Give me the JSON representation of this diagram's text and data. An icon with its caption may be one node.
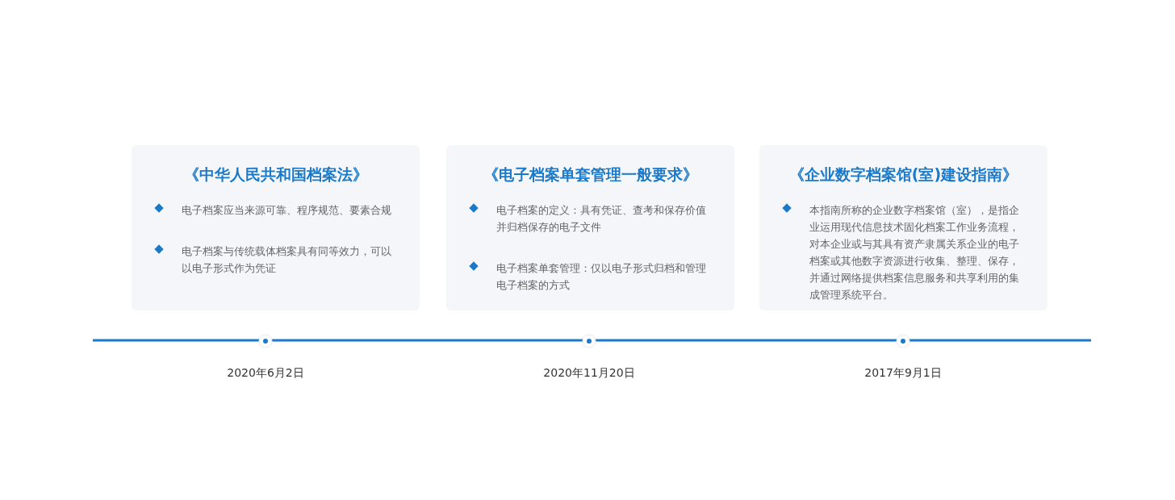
{
  "diagram": {
    "nodes": [
      {
        "text": [
          "《中华人民共和国档案法》",
          "电子档案应当来源可靠、程序规范、要素合规",
          "电子档案与传统载体档案具有同等效力，可以以电子形式作为凭证"
        ]
      },
      {
        "text": [
          "《电子档案单套管理一般要求》",
          "电子档案的定义：具有凭证、查考和保存价值并归档保存的电子文件",
          "电子档案单套管理：仅以电子形式归档和管理电子档案的方式"
        ]
      },
      {
        "text": [
          "《企业数字档案馆(室)建设指南》",
          "本指南所称的企业数字档案馆（室），是指企业运用现代信息技术固化档案工作业务流程，对本企业或与其具有资产隶属关系企业的电子档案或其他数字资源进行收集、整理、保存，并通过网络提供档案信息服务和共享利用的集成管理系统平台。"
        ]
      }
    ],
    "edges": [],
    "labels": [
      "2020年6月2日",
      "2020年11月20日",
      "2017年9月1日"
    ]
  }
}
